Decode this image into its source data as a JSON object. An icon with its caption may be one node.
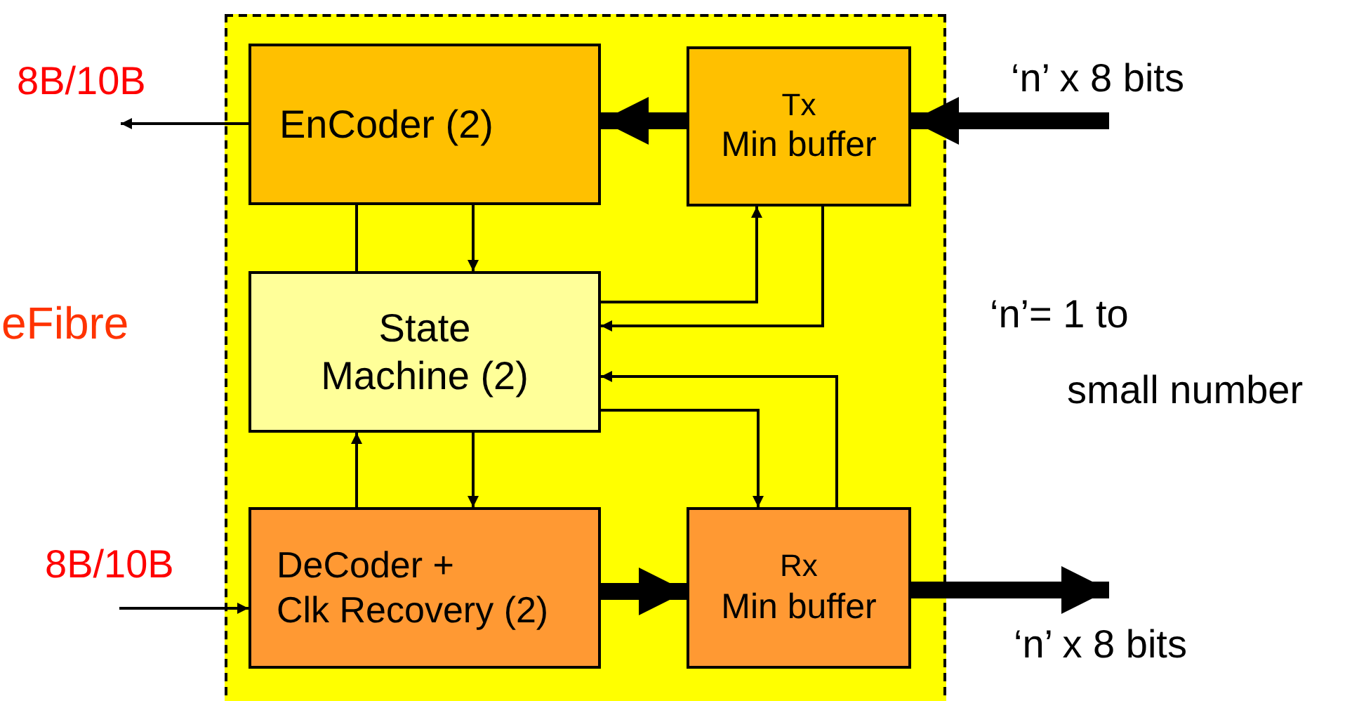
{
  "diagram": {
    "nodes": [
      {
        "text": [],
        "shape": "box"
      },
      {
        "text": [
          "EnCoder (2)"
        ],
        "in": 0
      },
      {
        "text": [
          "Tx",
          "Min buffer"
        ],
        "in": 0
      },
      {
        "text": [
          "State Machine (2)"
        ],
        "in": 0
      },
      {
        "text": [
          "DeCoder +",
          "Clk Recovery (2)"
        ],
        "in": 0
      },
      {
        "text": [
          "Rx",
          "Min buffer"
        ],
        "in": 0
      }
    ],
    "edges": [
      {
        "from": 1,
        "to": null,
        "arrow": "to"
      },
      {
        "from": 2,
        "to": 1,
        "arrow": "to",
        "style": "thick"
      },
      {
        "from": null,
        "to": 2,
        "arrow": "to",
        "style": "thick"
      },
      {
        "from": 1,
        "to": 3,
        "arrow": "none"
      },
      {
        "from": 1,
        "to": 3,
        "arrow": "to"
      },
      {
        "from": 3,
        "to": 2,
        "arrow": "to"
      },
      {
        "from": 2,
        "to": 3,
        "arrow": "to"
      },
      {
        "from": 5,
        "to": 3,
        "arrow": "to"
      },
      {
        "from": 3,
        "to": 5,
        "arrow": "to"
      },
      {
        "from": 4,
        "to": 3,
        "arrow": "to"
      },
      {
        "from": 3,
        "to": 4,
        "arrow": "to"
      },
      {
        "from": null,
        "to": 4,
        "arrow": "to"
      },
      {
        "from": 4,
        "to": 5,
        "arrow": "to",
        "style": "thick"
      },
      {
        "from": 5,
        "to": null,
        "arrow": "to",
        "style": "thick"
      }
    ],
    "labels": [
      "8B/10B",
      "‘n’ x 8 bits",
      "eFibre",
      "‘n’= 1 to",
      "small number",
      "8B/10B",
      "‘n’ x 8 bits"
    ]
  }
}
